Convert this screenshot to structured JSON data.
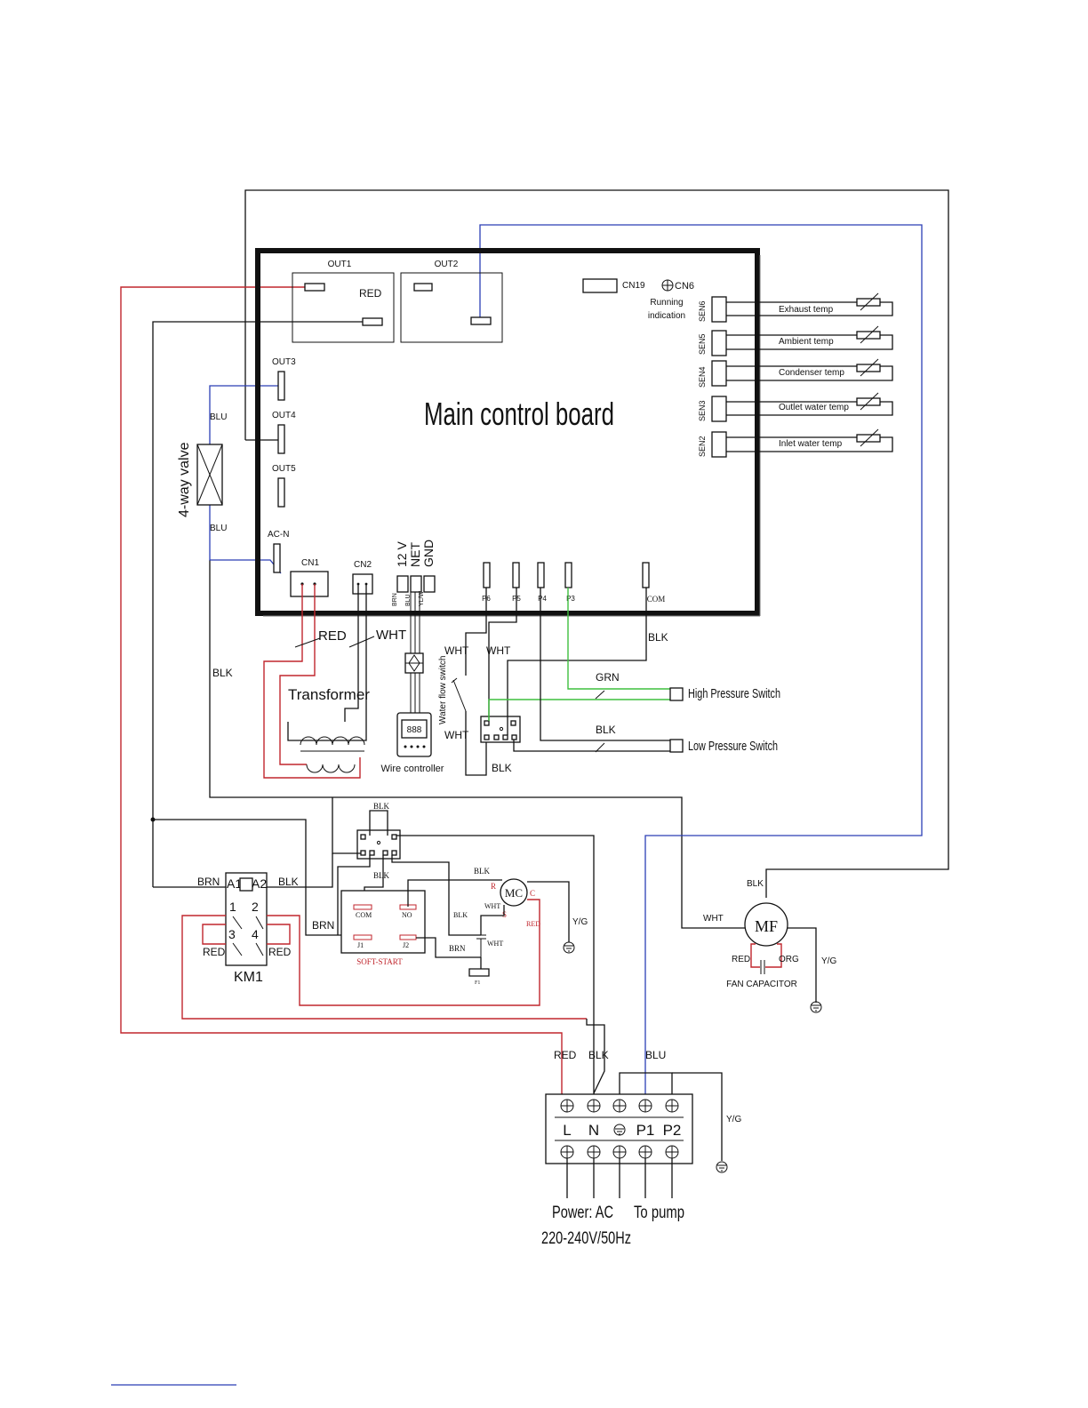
{
  "board": {
    "title": "Main control board",
    "out1": "OUT1",
    "out2": "OUT2",
    "out3": "OUT3",
    "out4": "OUT4",
    "out5": "OUT5",
    "acn": "AC-N",
    "cn1": "CN1",
    "cn2": "CN2",
    "cn19": "CN19",
    "cn6": "CN6",
    "running_indication": [
      "Running",
      "indication"
    ],
    "v12": "12 V",
    "net": "NET",
    "gnd": "GND",
    "brn_small": "BRN",
    "blu_small": "BLU",
    "yl_small": "YL/W",
    "p6": "P6",
    "p5": "P5",
    "p4": "P4",
    "p3": "P3",
    "com": "COM"
  },
  "sensors": [
    {
      "id": "SEN6",
      "label": "Exhaust temp"
    },
    {
      "id": "SEN5",
      "label": "Ambient temp"
    },
    {
      "id": "SEN4",
      "label": "Condenser temp"
    },
    {
      "id": "SEN3",
      "label": "Outlet water temp"
    },
    {
      "id": "SEN2",
      "label": "Inlet water temp"
    }
  ],
  "wires": {
    "red": "RED",
    "blk": "BLK",
    "wht": "WHT",
    "blu": "BLU",
    "brn": "BRN",
    "grn": "GRN",
    "org": "ORG",
    "yg": "Y/G"
  },
  "components": {
    "four_way_valve": "4-way valve",
    "transformer": "Transformer",
    "wire_controller": "Wire controller",
    "controller_display": "888",
    "water_flow_switch": "Water flow switch",
    "high_pressure_switch": "High Pressure Switch",
    "low_pressure_switch": "Low Pressure Switch",
    "km1": "KM1",
    "km1_terms": {
      "a1": "A1",
      "a2": "A2",
      "t1": "1",
      "t2": "2",
      "t3": "3",
      "t4": "4"
    },
    "soft_start": "SOFT-START",
    "soft_terms": {
      "com": "COM",
      "no": "NO",
      "j1": "J1",
      "j2": "J2"
    },
    "mc": "MC",
    "mc_terms": {
      "r": "R",
      "c": "C",
      "s": "S"
    },
    "mf": "MF",
    "fan_capacitor": "FAN CAPACITOR",
    "f1": "F1"
  },
  "terminal": {
    "labels": [
      "L",
      "N",
      "P1",
      "P2"
    ],
    "power": "Power: AC",
    "voltage": "220-240V/50Hz",
    "to_pump": "To pump"
  },
  "colors": {
    "red_wire": "#c0262d",
    "blue_wire": "#2b3fb5",
    "green_wire": "#3fbf3f",
    "black_wire": "#111111"
  }
}
